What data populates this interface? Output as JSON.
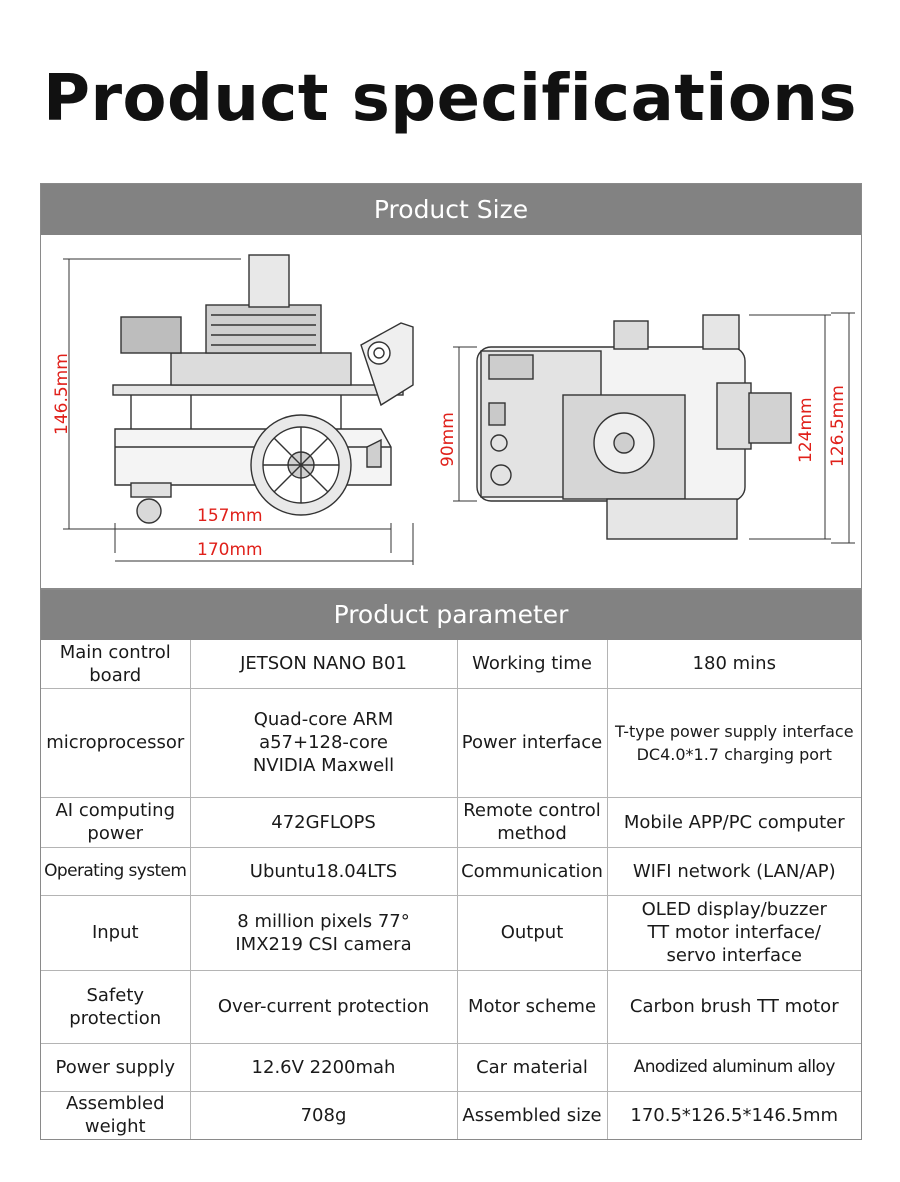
{
  "page_title": "Product specifications",
  "size_section": {
    "heading": "Product Size",
    "dims": {
      "height_total": "146.5mm",
      "width_inner": "157mm",
      "width_total": "170mm",
      "top_height": "90mm",
      "depth_inner": "124mm",
      "depth_total": "126.5mm"
    }
  },
  "param_section": {
    "heading": "Product parameter",
    "rows": [
      {
        "k1": "Main control\nboard",
        "v1": "JETSON NANO B01",
        "k2": "Working time",
        "v2": "180 mins"
      },
      {
        "k1": "microprocessor",
        "v1": "Quad-core ARM\na57+128-core\nNVIDIA Maxwell",
        "k2": "Power interface",
        "v2": "T-type power supply interface\nDC4.0*1.7 charging port"
      },
      {
        "k1": "AI computing\npower",
        "v1": "472GFLOPS",
        "k2": "Remote control\nmethod",
        "v2": "Mobile APP/PC computer"
      },
      {
        "k1": "Operating system",
        "v1": "Ubuntu18.04LTS",
        "k2": "Communication",
        "v2": "WIFI network (LAN/AP)"
      },
      {
        "k1": "Input",
        "v1": "8 million pixels 77°\nIMX219 CSI camera",
        "k2": "Output",
        "v2": "OLED display/buzzer\nTT motor interface/\nservo interface"
      },
      {
        "k1": "Safety\nprotection",
        "v1": "Over-current protection",
        "k2": "Motor scheme",
        "v2": "Carbon brush TT motor"
      },
      {
        "k1": "Power supply",
        "v1": "12.6V 2200mah",
        "k2": "Car material",
        "v2": "Anodized aluminum alloy"
      },
      {
        "k1": "Assembled\nweight",
        "v1": "708g",
        "k2": "Assembled size",
        "v2": "170.5*126.5*146.5mm"
      }
    ]
  }
}
